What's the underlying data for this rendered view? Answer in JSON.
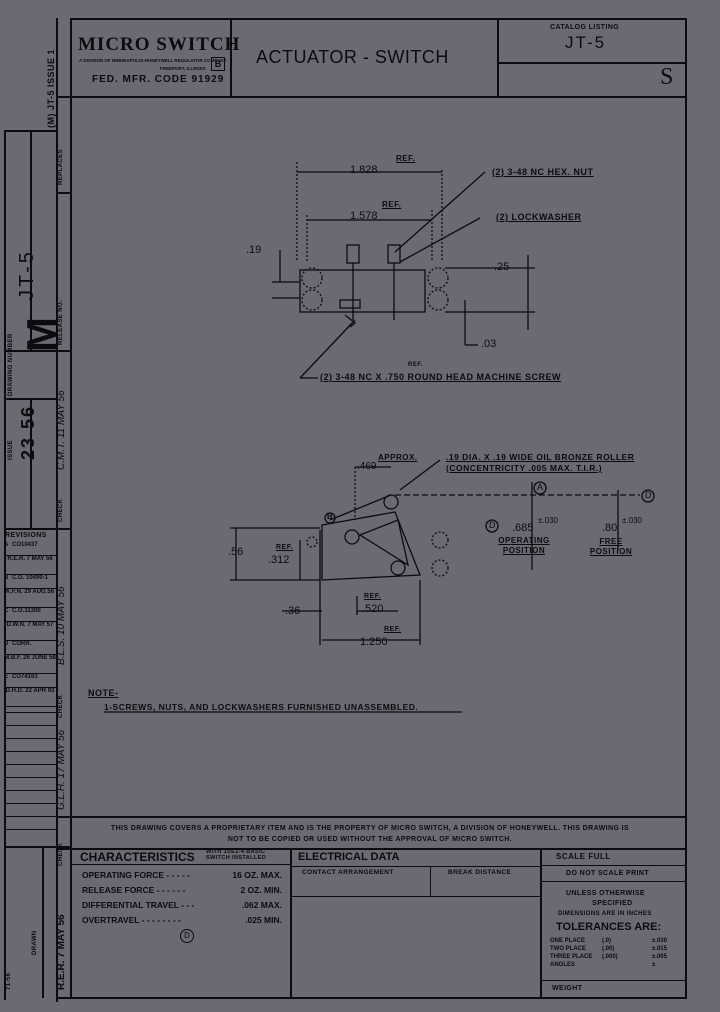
{
  "title_block": {
    "company": "MICRO SWITCH",
    "company_sub": "A DIVISION OF MINNEAPOLIS-HONEYWELL REGULATOR COMPANY",
    "company_loc": "FREEPORT, ILLINOIS",
    "fed_code": "FED. MFR. CODE 91929",
    "drawing_title": "ACTUATOR - SWITCH",
    "catalog_label": "CATALOG LISTING",
    "catalog_value": "JT-5",
    "sheet_mark": "S"
  },
  "left_strip": {
    "issue_ref": "(M) JT-5 ISSUE 1",
    "replaces": "REPLACES",
    "part_number": "JT-5",
    "release_no": "RELEASE NO.",
    "drawing_number_label": "DRAWING NUMBER",
    "drawing_letter": "M",
    "issue_label": "ISSUE",
    "issue_values": "23 56",
    "check_label": "CHECK",
    "check_entry": "C.M.T. 11 MAY 56",
    "check_entry2": "B.L.S. 10 MAY 56",
    "check_entry3": "G.L.H. 17 MAY 56",
    "revisions_label": "REVISIONS",
    "revisions": [
      {
        "letter": "A",
        "text": "CO10437"
      },
      {
        "letter": "",
        "text": "R.E.R. 7 MAY 56"
      },
      {
        "letter": "B",
        "text": "C.O. 10490-1"
      },
      {
        "letter": "",
        "text": "K.F.N. 29 AUG.56"
      },
      {
        "letter": "C",
        "text": "C.O.11300"
      },
      {
        "letter": "",
        "text": "D.W.N. 7 MAY 57"
      },
      {
        "letter": "D",
        "text": "CORR."
      },
      {
        "letter": "",
        "text": "M.B.F. 26 JUNE 58"
      },
      {
        "letter": "E",
        "text": "CO74163"
      },
      {
        "letter": "",
        "text": "D.H.D. 22 APR 93"
      }
    ],
    "drawn_label": "DRAWN",
    "drawn_entry": "R.E.R. 7 MAY 56",
    "form_no": "71-56"
  },
  "drawing": {
    "dim_1828": "1.828",
    "dim_1578": "1.578",
    "ref": "REF.",
    "dim_19": ".19",
    "dim_25": ".25",
    "dim_03": ".03",
    "note_hex_nut": "(2) 3-48 NC HEX. NUT",
    "note_lockwasher": "(2) LOCKWASHER",
    "note_screw": "(2) 3-48 NC X .750 ROUND HEAD MACHINE SCREW",
    "approx": "APPROX.",
    "dim_469": ".469",
    "roller_note": ".19 DIA. X .19 WIDE OIL BRONZE ROLLER",
    "roller_note2": "(CONCENTRICITY .005 MAX. T.I.R.)",
    "label_a": "A",
    "label_b": "B",
    "label_d": "D",
    "dim_685": ".685",
    "tol_030": "±.030",
    "operating_position": "OPERATING POSITION",
    "dim_80": ".80",
    "free_position": "FREE POSITION",
    "dim_56": ".56",
    "dim_312": ".312",
    "dim_36": ".36",
    "dim_520": ".520",
    "dim_1250": "1.250",
    "note_title": "NOTE-",
    "note_1": "1-SCREWS, NUTS, AND LOCKWASHERS FURNISHED UNASSEMBLED."
  },
  "proprietary": "THIS DRAWING COVERS A PROPRIETARY ITEM AND IS THE PROPERTY OF MICRO SWITCH, A DIVISION OF HONEYWELL. THIS DRAWING IS NOT TO BE COPIED OR USED WITHOUT THE APPROVAL OF MICRO SWITCH.",
  "characteristics": {
    "title": "CHARACTERISTICS",
    "subtitle": "WITH 1SE1-4 BASIC SWITCH INSTALLED",
    "rows": [
      {
        "label": "OPERATING FORCE - - - - -",
        "value": "16 OZ. MAX."
      },
      {
        "label": "RELEASE FORCE - - - - - -",
        "value": "2 OZ. MIN."
      },
      {
        "label": "DIFFERENTIAL TRAVEL - - -",
        "value": ".062 MAX."
      },
      {
        "label": "OVERTRAVEL - - - - - - - -",
        "value": ".025 MIN."
      }
    ],
    "circle_mark": "D"
  },
  "electrical": {
    "title": "ELECTRICAL DATA",
    "col1": "CONTACT ARRANGEMENT",
    "col2": "BREAK DISTANCE"
  },
  "right_block": {
    "scale": "SCALE FULL",
    "do_not_scale": "DO NOT SCALE PRINT",
    "unless": "UNLESS OTHERWISE",
    "specified": "SPECIFIED",
    "dims_in": "DIMENSIONS ARE IN INCHES",
    "tolerances": "TOLERANCES ARE:",
    "tol_rows": [
      {
        "label": "ONE PLACE",
        "fmt": "(.0)",
        "value": "±.030"
      },
      {
        "label": "TWO PLACE",
        "fmt": "(.00)",
        "value": "±.015"
      },
      {
        "label": "THREE PLACE",
        "fmt": "(.000)",
        "value": "±.005"
      },
      {
        "label": "ANGLES",
        "fmt": "",
        "value": "±"
      }
    ],
    "weight": "WEIGHT"
  }
}
